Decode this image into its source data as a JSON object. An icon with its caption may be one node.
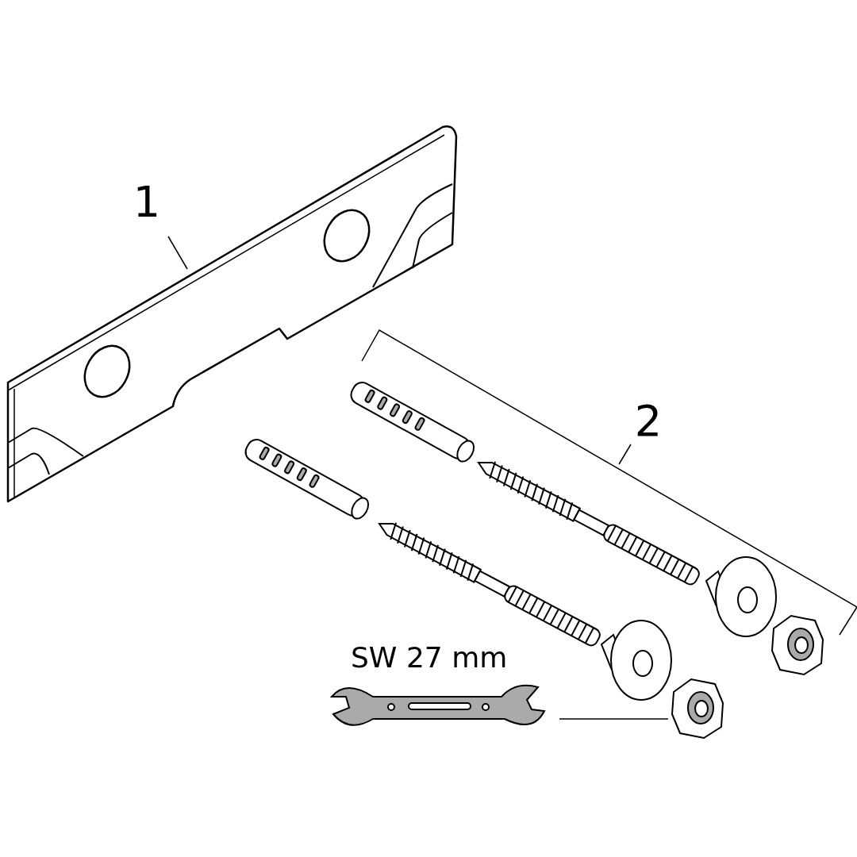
{
  "diagram": {
    "nodes": [
      {
        "text": [
          "1"
        ]
      },
      {
        "text": [],
        "shape": "picture"
      },
      {
        "text": [],
        "shape": "picture",
        "beside": [
          "SW 27 mm"
        ]
      },
      {
        "text": [],
        "shape": "picture"
      }
    ],
    "edges": [
      {
        "from": 0,
        "to": 1,
        "arrow": "none"
      },
      {
        "from": 2,
        "to": 3,
        "arrow": "none"
      }
    ],
    "labels": [
      "2"
    ]
  }
}
